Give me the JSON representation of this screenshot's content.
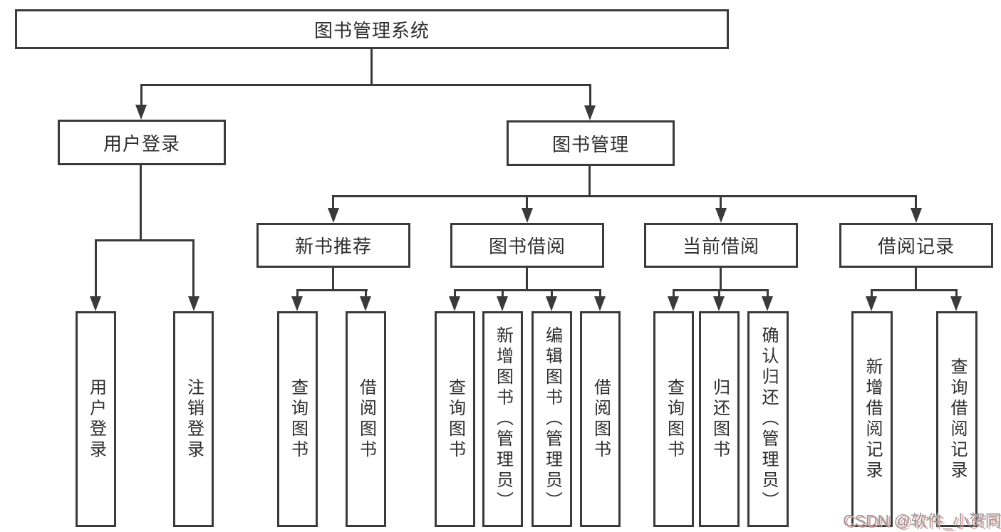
{
  "diagram_type": "hierarchy-flowchart",
  "tree": {
    "label": "图书管理系统",
    "children": [
      {
        "label": "用户登录",
        "children": [
          {
            "label": "用户登录"
          },
          {
            "label": "注销登录"
          }
        ]
      },
      {
        "label": "图书管理",
        "children": [
          {
            "label": "新书推荐",
            "children": [
              {
                "label": "查询图书"
              },
              {
                "label": "借阅图书"
              }
            ]
          },
          {
            "label": "图书借阅",
            "children": [
              {
                "label": "查询图书"
              },
              {
                "label": "新增图书（管理员）"
              },
              {
                "label": "编辑图书（管理员）"
              },
              {
                "label": "借阅图书"
              }
            ]
          },
          {
            "label": "当前借阅",
            "children": [
              {
                "label": "查询图书"
              },
              {
                "label": "归还图书"
              },
              {
                "label": "确认归还（管理员）"
              }
            ]
          },
          {
            "label": "借阅记录",
            "children": [
              {
                "label": "新增借阅记录"
              },
              {
                "label": "查询借阅记录"
              }
            ]
          }
        ]
      }
    ]
  },
  "watermark": {
    "text": "CSDN @软件_小贺同学"
  },
  "colors": {
    "line": "#3a3a3a",
    "text": "#2e2e2e",
    "background": "#ffffff",
    "watermark_gray": "#9c9c9c",
    "watermark_shadow": "#e2a6a6"
  }
}
